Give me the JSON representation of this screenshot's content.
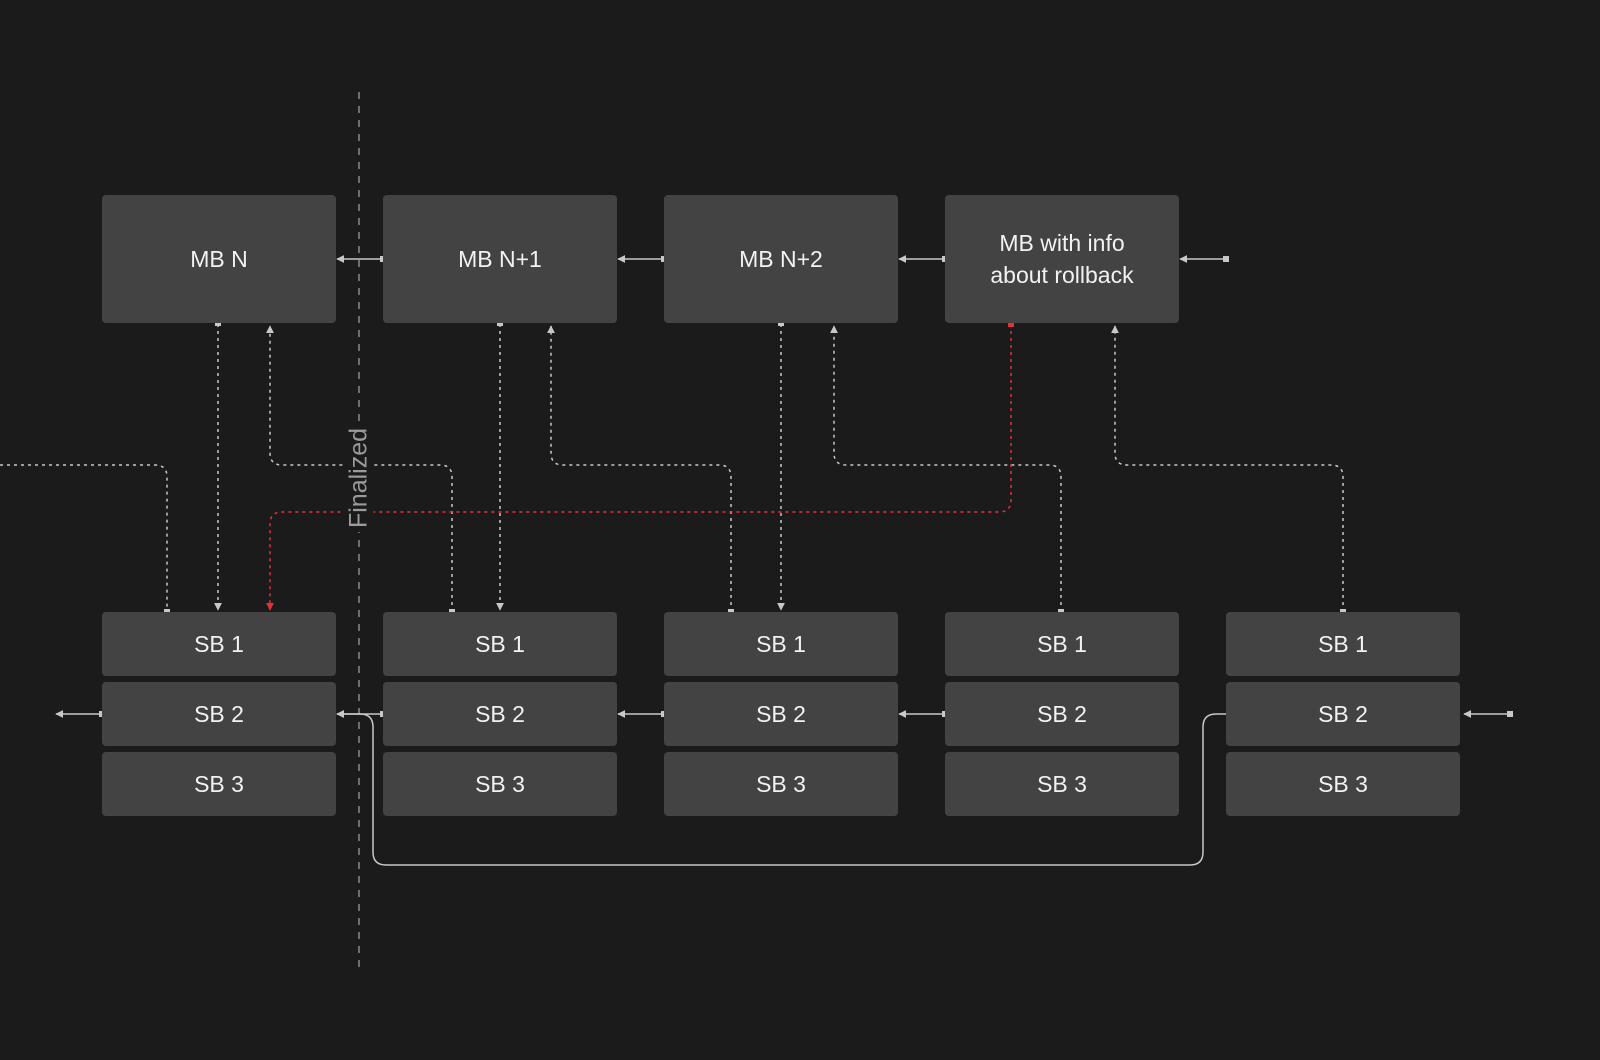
{
  "divider": {
    "label": "Finalized"
  },
  "master_blocks": [
    {
      "label": "MB N"
    },
    {
      "label": "MB N+1"
    },
    {
      "label": "MB N+2"
    },
    {
      "label": "MB with info\nabout rollback"
    }
  ],
  "shard_columns": [
    {
      "sb1": "SB 1",
      "sb2": "SB 2",
      "sb3": "SB 3"
    },
    {
      "sb1": "SB 1",
      "sb2": "SB 2",
      "sb3": "SB 3"
    },
    {
      "sb1": "SB 1",
      "sb2": "SB 2",
      "sb3": "SB 3"
    },
    {
      "sb1": "SB 1",
      "sb2": "SB 2",
      "sb3": "SB 3"
    },
    {
      "sb1": "SB 1",
      "sb2": "SB 2",
      "sb3": "SB 3"
    }
  ],
  "colors": {
    "background": "#1b1b1c",
    "block": "#434344",
    "text": "#f2f2f2",
    "connector": "#c8c8c8",
    "rollback": "#e5303a",
    "divider": "#8a8a8a"
  }
}
